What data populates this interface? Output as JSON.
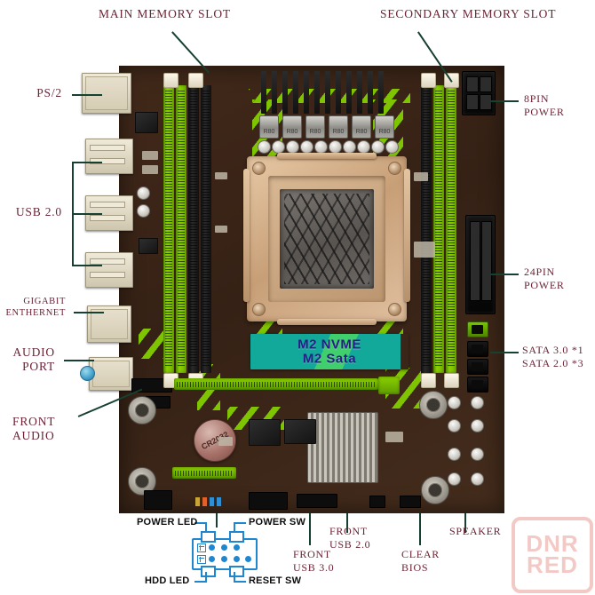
{
  "annotations": {
    "top": [
      {
        "id": "main-memory-slot",
        "text": "MAIN MEMORY SLOT"
      },
      {
        "id": "secondary-memory-slot",
        "text": "SECONDARY MEMORY SLOT"
      }
    ],
    "left": [
      {
        "id": "ps2",
        "text": "PS/2"
      },
      {
        "id": "usb20",
        "text": "USB 2.0"
      },
      {
        "id": "gigabit-ethernet",
        "text": "GIGABIT\nENTHERNET"
      },
      {
        "id": "audio-port",
        "text": "AUDIO\nPORT"
      },
      {
        "id": "front-audio",
        "text": "FRONT\nAUDIO"
      }
    ],
    "right": [
      {
        "id": "8pin-power",
        "text": "8PIN\nPOWER"
      },
      {
        "id": "24pin-power",
        "text": "24PIN\nPOWER"
      },
      {
        "id": "sata-ports",
        "text": "SATA 3.0 *1\nSATA 2.0 *3"
      }
    ],
    "bottom": [
      {
        "id": "front-usb30",
        "text": "FRONT\nUSB 3.0"
      },
      {
        "id": "front-usb20",
        "text": "FRONT\nUSB 2.0"
      },
      {
        "id": "clear-bios",
        "text": "CLEAR\nBIOS"
      },
      {
        "id": "speaker",
        "text": "SPEAKER"
      }
    ]
  },
  "board": {
    "m2_module": {
      "line1": "M2 NVME",
      "line2": "M2 Sata"
    },
    "battery": "CR2032",
    "choke_label": "R80"
  },
  "front_panel": {
    "labels": {
      "power_led": "POWER LED",
      "power_sw": "POWER SW",
      "hdd_led": "HDD LED",
      "reset_sw": "RESET SW"
    }
  },
  "watermark": {
    "line1": "DNR",
    "line2": "RED"
  },
  "colors": {
    "label_text": "#6b2436",
    "leader_line": "#16402f",
    "front_panel_blue": "#1f87d0",
    "pcb_brown": "#3a2619",
    "silk_green": "#7ec400",
    "m2_text": "#2a1a8c",
    "watermark_pink": "#f3c9c6"
  }
}
